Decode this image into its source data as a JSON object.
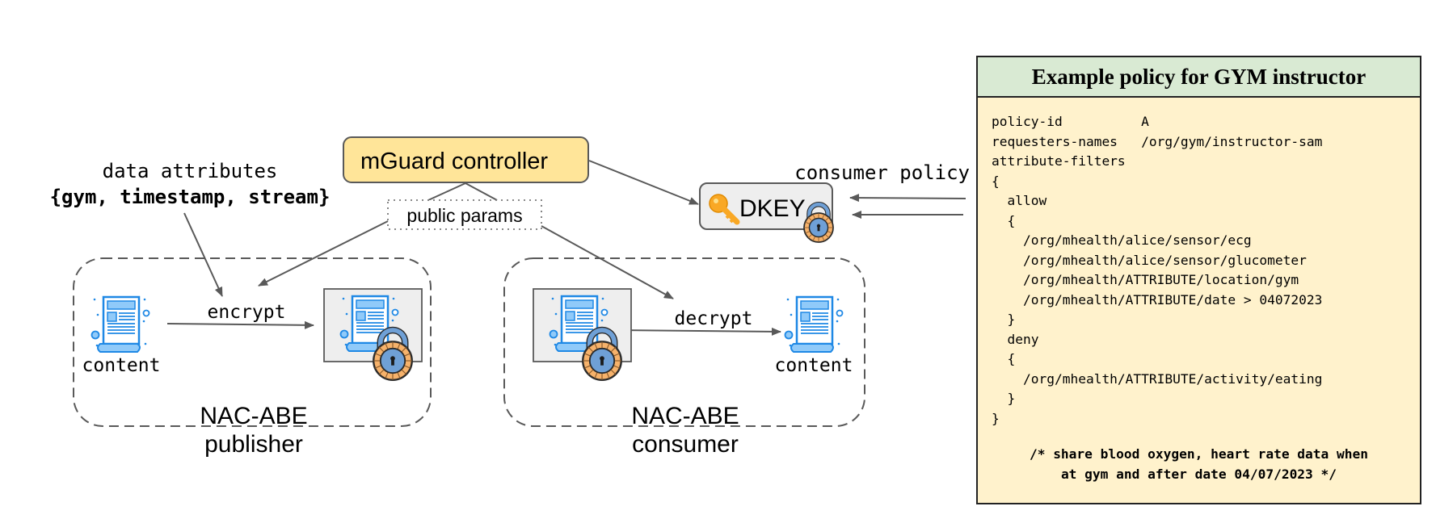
{
  "controller": {
    "label": "mGuard controller"
  },
  "public_params": {
    "label": "public params"
  },
  "dkey": {
    "label": "DKEY"
  },
  "consumer_policy": {
    "label": "consumer policy"
  },
  "data_attributes": {
    "title": "data attributes",
    "values": "{gym, timestamp, stream}"
  },
  "publisher": {
    "content_label": "content",
    "action_label": "encrypt",
    "group_label_line1": "NAC-ABE",
    "group_label_line2": "publisher"
  },
  "consumer": {
    "content_label": "content",
    "action_label": "decrypt",
    "group_label_line1": "NAC-ABE",
    "group_label_line2": "consumer"
  },
  "policy": {
    "title": "Example policy for GYM instructor",
    "lines": [
      "policy-id          A",
      "requesters-names   /org/gym/instructor-sam",
      "attribute-filters",
      "{",
      "  allow",
      "  {",
      "    /org/mhealth/alice/sensor/ecg",
      "    /org/mhealth/alice/sensor/glucometer",
      "    /org/mhealth/ATTRIBUTE/location/gym",
      "    /org/mhealth/ATTRIBUTE/date > 04072023",
      "  }",
      "  deny",
      "  {",
      "    /org/mhealth/ATTRIBUTE/activity/eating",
      "  }",
      "}"
    ],
    "note_line1": "/* share blood oxygen, heart rate data when",
    "note_line2": "at gym and after date 04/07/2023 */"
  },
  "colors": {
    "controller_fill": "#ffe599",
    "policy_header": "#d9ead3",
    "policy_body": "#fff2cc",
    "dkey_fill": "#eeeeee",
    "arrow": "#595959",
    "doc_blue": "#1e88e5",
    "lock_blue": "#6fa0d6",
    "lock_orange": "#f6b26b"
  }
}
